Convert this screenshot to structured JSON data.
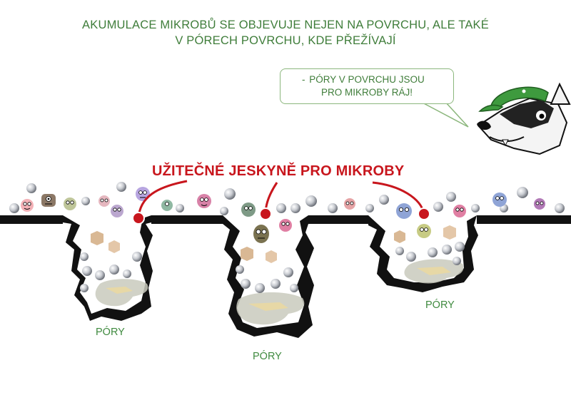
{
  "title": {
    "line1": "AKUMULACE MIKROBŮ SE OBJEVUJE NEJEN NA POVRCHU, ALE TAKÉ",
    "line2": "V PÓRECH POVRCHU, KDE PŘEŽÍVAJÍ"
  },
  "bubble": {
    "dash": "-",
    "line1": "PÓRY V POVRCHU JSOU",
    "line2": "PRO MIKROBY RÁJ!"
  },
  "callout": "UŽITEČNÉ JESKYNĚ PRO MIKROBY",
  "pores": [
    {
      "label": "PÓRY"
    },
    {
      "label": "PÓRY"
    },
    {
      "label": "PÓRY"
    }
  ],
  "colors": {
    "green_text": "#3f7d3a",
    "red_accent": "#c8161d",
    "surface": "#111111",
    "bubble_border": "#8cb77d"
  },
  "icons": [
    "raccoon-mascot-icon",
    "microbe-icon",
    "sphere-icon"
  ]
}
